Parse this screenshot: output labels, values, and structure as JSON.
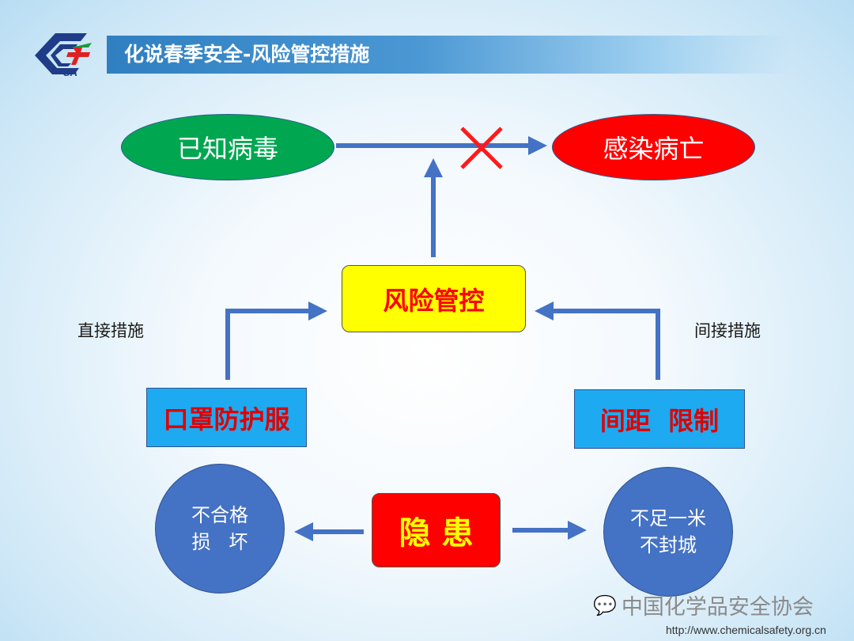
{
  "header": {
    "title": "化说春季安全-风险管控措施",
    "logo_text": "CSA"
  },
  "nodes": {
    "known_virus": "已知病毒",
    "infection_death": "感染病亡",
    "risk_control": "风险管控",
    "direct_label": "直接措施",
    "indirect_label": "间接措施",
    "mask_suit": "口罩防护服",
    "distance_limit": "间距  限制",
    "hazard": "隐 患",
    "left_circle": [
      "不合格",
      "损   坏"
    ],
    "right_circle": [
      "不足一米",
      "不封城"
    ]
  },
  "watermark": {
    "name": "中国化学品安全协会",
    "url": "http://www.chemicalsafety.org.cn"
  },
  "colors": {
    "arrow": "#4472c4",
    "green": "#00a650",
    "red": "#ff0000",
    "yellow": "#ffff00",
    "box_blue": "#1eaaf1"
  }
}
